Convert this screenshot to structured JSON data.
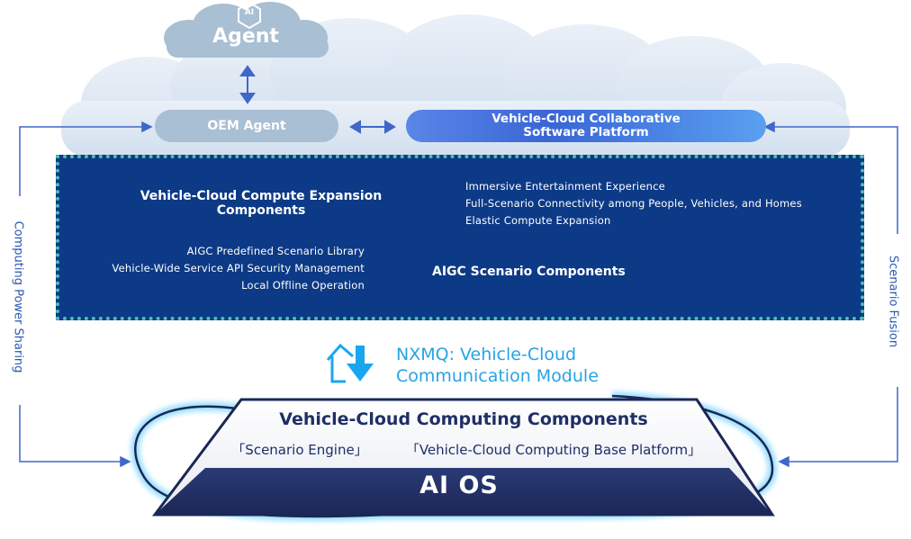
{
  "cloud": {
    "agent": "Agent",
    "ai_badge": "AI",
    "oem_agent": "OEM Agent",
    "platform_line1": "Vehicle-Cloud Collaborative",
    "platform_line2": "Software Platform"
  },
  "panel": {
    "compute_line1": "Vehicle-Cloud Compute Expansion",
    "compute_line2": "Components",
    "compute_features": [
      "Immersive Entertainment Experience",
      "Full-Scenario Connectivity among People, Vehicles, and Homes",
      "Elastic Compute Expansion"
    ],
    "aigc_label": "AIGC Scenario Components",
    "aigc_features": [
      "AIGC Predefined Scenario Library",
      "Vehicle-Wide Service API Security Management",
      "Local Offline Operation"
    ]
  },
  "nxmq": {
    "line1": "NXMQ: Vehicle-Cloud",
    "line2": "Communication Module"
  },
  "sides": {
    "left": "Computing Power Sharing",
    "right": "Scenario Fusion"
  },
  "base": {
    "title": "Vehicle-Cloud Computing Components",
    "scenario_engine": "「Scenario Engine」",
    "base_platform": "「Vehicle-Cloud Computing Base Platform」",
    "os": "AI OS"
  },
  "colors": {
    "panel": "#0d3a86",
    "arrow_blue": "#1aa6ef",
    "cloud": "#dbe6f3",
    "dark_navy": "#1f2f66"
  }
}
